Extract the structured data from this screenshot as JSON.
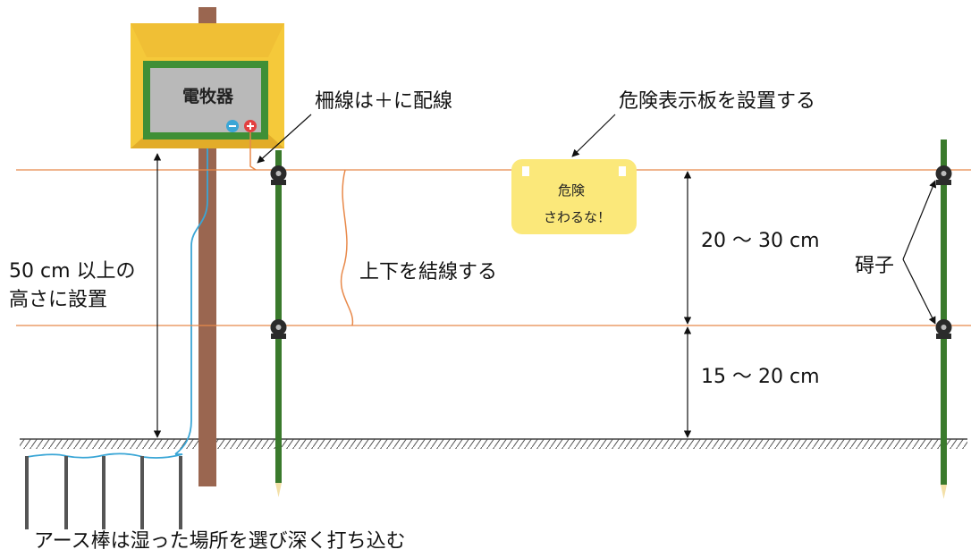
{
  "controller": {
    "label": "電牧器",
    "minus_symbol": "−",
    "plus_symbol": "+"
  },
  "warning_sign": {
    "line1": "危険",
    "line2": "さわるな！"
  },
  "labels": {
    "positive_wire": "柵線は＋に配線",
    "install_sign": "危険表示板を設置する",
    "bind_wires": "上下を結線する",
    "height_line1": "50 cm 以上の",
    "height_line2": "高さに設置",
    "upper_spacing": "20 ～ 30 cm",
    "lower_spacing": "15 ～ 20 cm",
    "insulator": "碍子",
    "ground_rods": "アース棒は湿った場所を選び深く打ち込む"
  },
  "colors": {
    "fence_wire": "#e8894a",
    "controller_box": "#f5c93a",
    "controller_frame": "#3f8f36",
    "controller_panel": "#b9b9b9",
    "post_wood": "#9a6650",
    "fence_post": "#3a7a2c",
    "earth_wire": "#3aa6d6",
    "warning_sign": "#fbe87a"
  }
}
